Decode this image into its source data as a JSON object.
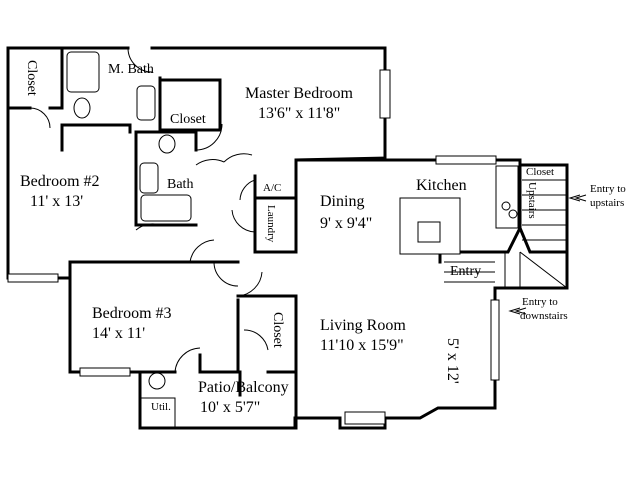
{
  "rooms": {
    "closet_nw": "Closet",
    "master_bath": "M. Bath",
    "master_closet": "Closet",
    "master_bedroom": "Master Bedroom",
    "master_bedroom_size": "13'6\" x 11'8\"",
    "bedroom2": "Bedroom #2",
    "bedroom2_size": "11' x 13'",
    "bath": "Bath",
    "ac": "A/C",
    "laundry": "Laundry",
    "dining": "Dining",
    "dining_size": "9' x 9'4\"",
    "kitchen": "Kitchen",
    "closet_ne": "Closet",
    "upstairs": "Upstairs",
    "entry": "Entry",
    "bedroom3": "Bedroom #3",
    "bedroom3_size": "14' x 11'",
    "closet_mid": "Closet",
    "living_room": "Living Room",
    "living_room_size": "11'10 x 15'9\"",
    "nook_size": "5' x 12'",
    "patio": "Patio/Balcony",
    "patio_size": "10' x 5'7\"",
    "utility": "Util."
  },
  "annotations": {
    "entry_upstairs_line1": "Entry to",
    "entry_upstairs_line2": "upstairs",
    "entry_downstairs_line1": "Entry to",
    "entry_downstairs_line2": "downstairs"
  }
}
